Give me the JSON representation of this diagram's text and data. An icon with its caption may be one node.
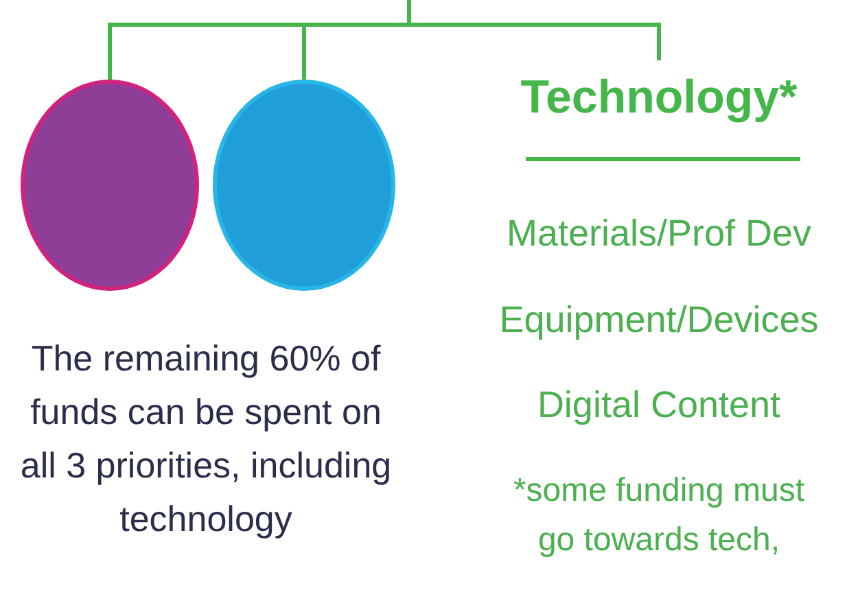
{
  "diagram": {
    "nodes": [
      {
        "text": [],
        "shape": "circle"
      },
      {
        "text": [],
        "shape": "circle"
      },
      {
        "text": [
          "Technology*"
        ]
      }
    ],
    "edges": [
      {
        "from": null,
        "to": 0,
        "arrow": "none"
      },
      {
        "from": null,
        "to": 1,
        "arrow": "none"
      },
      {
        "from": null,
        "to": 2,
        "arrow": "none"
      }
    ],
    "labels": [
      "Materials/Prof Dev",
      "Equipment/Devices",
      "Digital Content",
      "The remaining 60% of funds can be spent on all 3 priorities, including technology",
      "*some funding must go towards tech,"
    ]
  }
}
